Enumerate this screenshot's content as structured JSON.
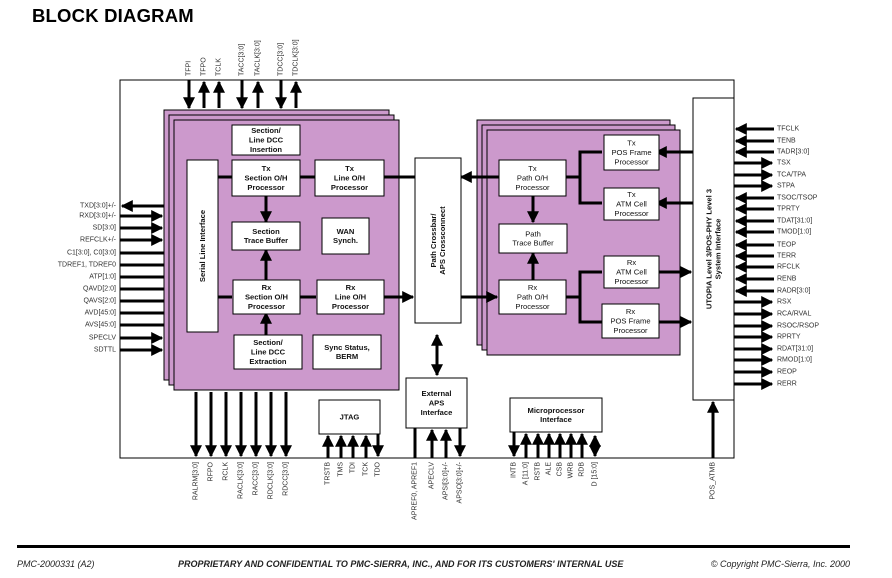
{
  "title": "BLOCK DIAGRAM",
  "colors": {
    "chip_fill": "#cc99cc",
    "line": "#000000",
    "block_fill": "#ffffff"
  },
  "blocks": {
    "dcc_insertion": [
      "Section/",
      "Line DCC",
      "Insertion"
    ],
    "serial_line_interface": "Serial Line Interface",
    "tx_section_oh": [
      "Tx",
      "Section O/H",
      "Processor"
    ],
    "tx_line_oh": [
      "Tx",
      "Line O/H",
      "Processor"
    ],
    "section_trace_buffer": [
      "Section",
      "Trace Buffer"
    ],
    "wan_synch": [
      "WAN",
      "Synch."
    ],
    "rx_section_oh": [
      "Rx",
      "Section O/H",
      "Processor"
    ],
    "rx_line_oh": [
      "Rx",
      "Line O/H",
      "Processor"
    ],
    "dcc_extraction": [
      "Section/",
      "Line DCC",
      "Extraction"
    ],
    "sync_status": [
      "Sync Status,",
      "BERM"
    ],
    "path_crossbar": [
      "Path Crossbar/",
      "APS Crossconnect"
    ],
    "tx_path_oh": [
      "Tx",
      "Path O/H",
      "Processor"
    ],
    "path_trace_buffer": [
      "Path",
      "Trace Buffer"
    ],
    "rx_path_oh": [
      "Rx",
      "Path O/H",
      "Processor"
    ],
    "tx_pos_frame": [
      "Tx",
      "POS Frame",
      "Processor"
    ],
    "tx_atm_cell": [
      "Tx",
      "ATM Cell",
      "Processor"
    ],
    "rx_atm_cell": [
      "Rx",
      "ATM Cell",
      "Processor"
    ],
    "rx_pos_frame": [
      "Rx",
      "POS Frame",
      "Processor"
    ],
    "utopia": [
      "UTOPIA Level 3/POS-PHY Level 3",
      "System Interface"
    ],
    "jtag": [
      "JTAG"
    ],
    "external_aps": [
      "External",
      "APS",
      "Interface"
    ],
    "microprocessor": [
      "Microprocessor",
      "Interface"
    ]
  },
  "pins": {
    "top": [
      {
        "name": "TFPI",
        "dir": "in"
      },
      {
        "name": "TFPO",
        "dir": "out"
      },
      {
        "name": "TCLK",
        "dir": "out"
      },
      {
        "name": "TACC[3:0]",
        "dir": "in"
      },
      {
        "name": "TACLK[3:0]",
        "dir": "out"
      },
      {
        "name": "TDCC[3:0]",
        "dir": "in"
      },
      {
        "name": "TDCLK[3:0]",
        "dir": "out"
      }
    ],
    "left": [
      {
        "name": "TXD[3:0]+/-",
        "dir": "out"
      },
      {
        "name": "RXD[3:0]+/-",
        "dir": "in"
      },
      {
        "name": "SD[3:0]",
        "dir": "in"
      },
      {
        "name": "REFCLK+/-",
        "dir": "in"
      },
      {
        "name": "C1[3:0], C0[3:0]",
        "dir": "none"
      },
      {
        "name": "TDREF1, TDREF0",
        "dir": "none"
      },
      {
        "name": "ATP[1:0]",
        "dir": "none"
      },
      {
        "name": "QAVD[2:0]",
        "dir": "none"
      },
      {
        "name": "QAVS[2:0]",
        "dir": "none"
      },
      {
        "name": "AVD[45:0]",
        "dir": "none"
      },
      {
        "name": "AVS[45:0]",
        "dir": "none"
      },
      {
        "name": "SPECLV",
        "dir": "in"
      },
      {
        "name": "SDTTL",
        "dir": "in"
      }
    ],
    "right": [
      {
        "name": "TFCLK",
        "dir": "in"
      },
      {
        "name": "TENB",
        "dir": "in"
      },
      {
        "name": "TADR[3:0]",
        "dir": "in"
      },
      {
        "name": "TSX",
        "dir": "out"
      },
      {
        "name": "TCA/TPA",
        "dir": "out"
      },
      {
        "name": "STPA",
        "dir": "out"
      },
      {
        "name": "TSOC/TSOP",
        "dir": "in"
      },
      {
        "name": "TPRTY",
        "dir": "in"
      },
      {
        "name": "TDAT[31:0]",
        "dir": "in"
      },
      {
        "name": "TMOD[1:0]",
        "dir": "in"
      },
      {
        "name": "TEOP",
        "dir": "in"
      },
      {
        "name": "TERR",
        "dir": "in"
      },
      {
        "name": "RFCLK",
        "dir": "in"
      },
      {
        "name": "RENB",
        "dir": "in"
      },
      {
        "name": "RADR[3:0]",
        "dir": "in"
      },
      {
        "name": "RSX",
        "dir": "out"
      },
      {
        "name": "RCA/RVAL",
        "dir": "out"
      },
      {
        "name": "RSOC/RSOP",
        "dir": "out"
      },
      {
        "name": "RPRTY",
        "dir": "out"
      },
      {
        "name": "RDAT[31:0]",
        "dir": "out"
      },
      {
        "name": "RMOD[1:0]",
        "dir": "out"
      },
      {
        "name": "REOP",
        "dir": "out"
      },
      {
        "name": "RERR",
        "dir": "out"
      }
    ],
    "bottom_rx": [
      {
        "name": "RALRM[3:0]",
        "dir": "out"
      },
      {
        "name": "RFPO",
        "dir": "out"
      },
      {
        "name": "RCLK",
        "dir": "out"
      },
      {
        "name": "RACLK[3:0]",
        "dir": "out"
      },
      {
        "name": "RACC[3:0]",
        "dir": "out"
      },
      {
        "name": "RDCLK[3:0]",
        "dir": "out"
      },
      {
        "name": "RDCC[3:0]",
        "dir": "out"
      }
    ],
    "bottom_jtag": [
      {
        "name": "TRSTB",
        "dir": "in"
      },
      {
        "name": "TMS",
        "dir": "in"
      },
      {
        "name": "TDI",
        "dir": "in"
      },
      {
        "name": "TCK",
        "dir": "in"
      },
      {
        "name": "TDO",
        "dir": "out"
      }
    ],
    "bottom_aps": [
      {
        "name": "APREF0, APREF1",
        "dir": "none"
      },
      {
        "name": "APECLV",
        "dir": "in"
      },
      {
        "name": "APSI[3:0]+/-",
        "dir": "in"
      },
      {
        "name": "APSO[3:0]+/-",
        "dir": "out"
      }
    ],
    "bottom_micro": [
      {
        "name": "INTB",
        "dir": "out"
      },
      {
        "name": "A [11:0]",
        "dir": "in"
      },
      {
        "name": "RSTB",
        "dir": "in"
      },
      {
        "name": "ALE",
        "dir": "in"
      },
      {
        "name": "CSB",
        "dir": "in"
      },
      {
        "name": "WRB",
        "dir": "in"
      },
      {
        "name": "RDB",
        "dir": "in"
      },
      {
        "name": "D [15:0]",
        "dir": "bidir"
      }
    ],
    "bottom_utopia": [
      {
        "name": "POS_ATMB",
        "dir": "in"
      }
    ]
  },
  "footer": {
    "doc_id": "PMC-2000331 (A2)",
    "notice": "PROPRIETARY AND CONFIDENTIAL TO PMC-SIERRA, INC., AND FOR ITS CUSTOMERS' INTERNAL USE",
    "copyright": "© Copyright PMC-Sierra, Inc. 2000"
  }
}
